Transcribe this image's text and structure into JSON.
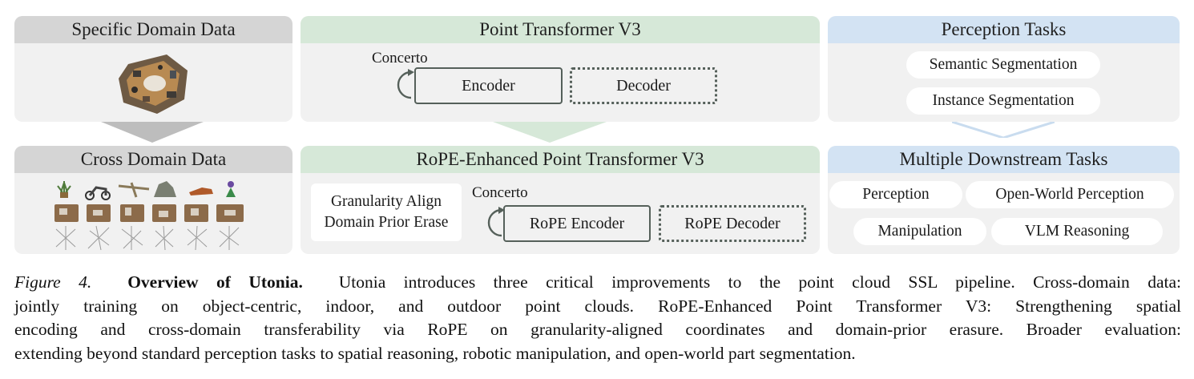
{
  "panels": {
    "specific_domain": {
      "title": "Specific Domain Data"
    },
    "ptv3": {
      "title": "Point Transformer V3",
      "concerto": "Concerto",
      "encoder": "Encoder",
      "decoder": "Decoder"
    },
    "perception": {
      "title": "Perception Tasks",
      "items": [
        "Semantic Segmentation",
        "Instance Segmentation"
      ]
    },
    "cross_domain": {
      "title": "Cross Domain Data"
    },
    "rope_ptv3": {
      "title": "RoPE-Enhanced Point Transformer V3",
      "note_line1": "Granularity Align",
      "note_line2": "Domain Prior Erase",
      "concerto": "Concerto",
      "encoder": "RoPE Encoder",
      "decoder": "RoPE Decoder"
    },
    "downstream": {
      "title": "Multiple Downstream Tasks",
      "items": [
        "Perception",
        "Open-World Perception",
        "Manipulation",
        "VLM Reasoning"
      ]
    }
  },
  "caption": {
    "fig_label": "Figure 4.",
    "bold_title": "Overview of Utonia.",
    "line1_rest": "Utonia introduces three critical improvements to the point cloud SSL pipeline. Cross-domain data:",
    "line2": "jointly training on object-centric, indoor, and outdoor point clouds. RoPE-Enhanced Point Transformer V3: Strengthening spatial",
    "line3": "encoding and cross-domain transferability via RoPE on granularity-aligned coordinates and domain-prior erasure. Broader evaluation:",
    "line4": "extending beyond standard perception tasks to spatial reasoning, robotic manipulation, and open-world part segmentation."
  },
  "colors": {
    "panel_bg": "#f1f1f1",
    "gray_head": "#d5d5d5",
    "green_head": "#d6e8d8",
    "blue_head": "#d3e3f3",
    "box_stroke": "#55605a"
  }
}
